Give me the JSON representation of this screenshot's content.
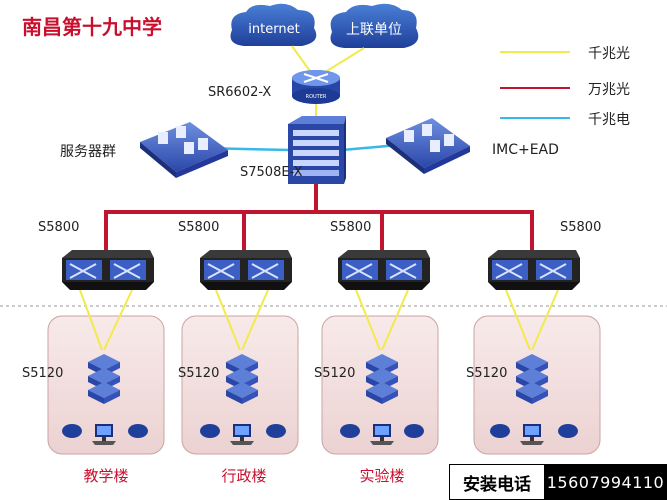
{
  "title": "南昌第十九中学",
  "clouds": [
    "internet",
    "上联单位"
  ],
  "devices": {
    "router": "SR6602-X",
    "router_badge": "ROUTER",
    "core": "S7508E-X",
    "servers": "服务器群",
    "imc": "IMC+EAD"
  },
  "legend": [
    {
      "label": "千兆光",
      "color": "#f2ea4c"
    },
    {
      "label": "万兆光",
      "color": "#c0152f"
    },
    {
      "label": "千兆电",
      "color": "#38b8e8"
    }
  ],
  "aggregation": [
    "S5800",
    "S5800",
    "S5800",
    "S5800"
  ],
  "access": [
    "S5120",
    "S5120",
    "S5120",
    "S5120"
  ],
  "buildings": [
    "教学楼",
    "行政楼",
    "实验楼"
  ],
  "contact": {
    "label": "安装电话",
    "number": "15607994110"
  }
}
